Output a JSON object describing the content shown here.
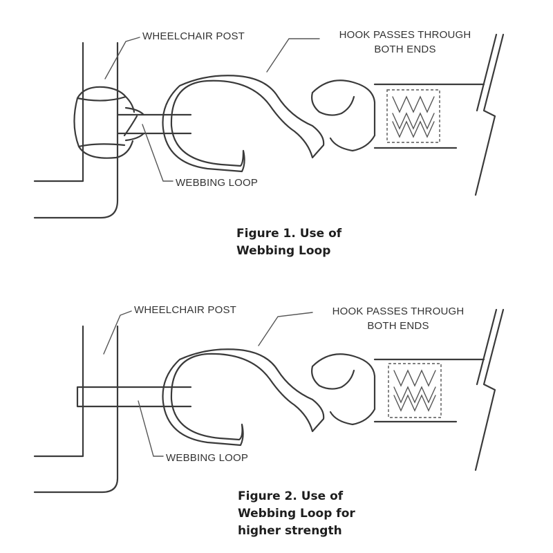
{
  "figure1": {
    "post_label": "WHEELCHAIR POST",
    "hook_label_line1": "HOOK PASSES THROUGH",
    "hook_label_line2": "BOTH ENDS",
    "loop_label": "WEBBING LOOP",
    "caption_line1": "Figure 1. Use of",
    "caption_line2": "Webbing Loop"
  },
  "figure2": {
    "post_label": "WHEELCHAIR POST",
    "hook_label_line1": "HOOK PASSES THROUGH",
    "hook_label_line2": "BOTH ENDS",
    "loop_label": "WEBBING LOOP",
    "caption_line1": "Figure 2. Use of",
    "caption_line2": "Webbing Loop for",
    "caption_line3": "higher strength"
  }
}
